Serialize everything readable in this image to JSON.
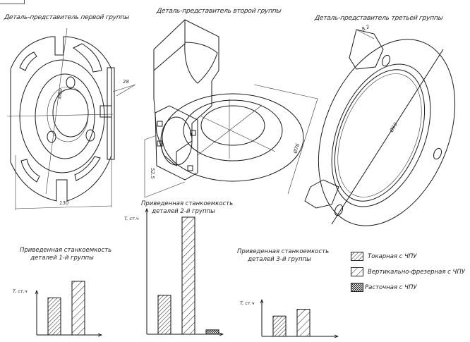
{
  "drawings": {
    "group1": {
      "title": "Деталь-представитель первой группы",
      "dims": [
        "Ø80",
        "28",
        "130"
      ]
    },
    "group2": {
      "title": "Деталь-представитель второй группы",
      "dims": [
        "Ø76",
        "52.5"
      ]
    },
    "group3": {
      "title": "Деталь-представитель третьей группы",
      "dims": [
        "Ø60",
        "8.2"
      ]
    }
  },
  "legend": {
    "items": [
      {
        "label": "Токарная с ЧПУ",
        "pattern": "dense-hatch"
      },
      {
        "label": "Вертикально-фрезерная с ЧПУ",
        "pattern": "sparse-hatch"
      },
      {
        "label": "Расточная с ЧПУ",
        "pattern": "crosshatch"
      }
    ]
  },
  "chart_data": [
    {
      "type": "bar",
      "title": "Приведенная станкоемкость деталей 1-й группы",
      "title_lines": [
        "Приведенная станкоемкость",
        "деталей 1-й группы"
      ],
      "ylabel": "T, ст.ч",
      "xlabel": "",
      "categories": [
        "Токарная с ЧПУ",
        "Вертикально-фрезерная с ЧПУ"
      ],
      "values": [
        27,
        39
      ],
      "ylim": [
        0,
        140
      ],
      "grid": false
    },
    {
      "type": "bar",
      "title": "Приведенная станкоемкость деталей 2-й группы",
      "title_lines": [
        "Приведенная станкоемкость",
        "деталей 2-й группы"
      ],
      "ylabel": "T, ст.ч",
      "xlabel": "",
      "categories": [
        "Токарная с ЧПУ",
        "Вертикально-фрезерная с ЧПУ",
        "Расточная с ЧПУ"
      ],
      "values": [
        45,
        135,
        5
      ],
      "ylim": [
        0,
        140
      ],
      "grid": false
    },
    {
      "type": "bar",
      "title": "Приведенная станкоемкость деталей 3-й группы",
      "title_lines": [
        "Приведенная станкоемкость",
        "деталей 3-й группы"
      ],
      "ylabel": "T, ст.ч",
      "xlabel": "",
      "categories": [
        "Токарная с ЧПУ",
        "Вертикально-фрезерная с ЧПУ"
      ],
      "values": [
        24,
        32
      ],
      "ylim": [
        0,
        140
      ],
      "grid": false
    }
  ]
}
